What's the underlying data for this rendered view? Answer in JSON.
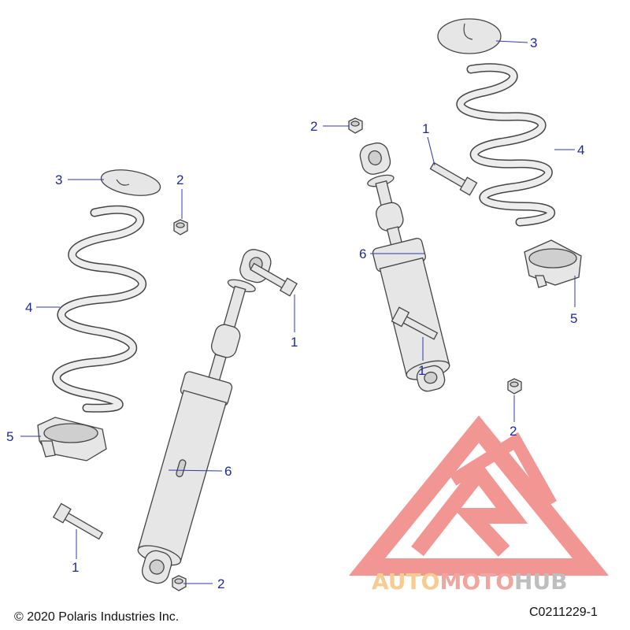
{
  "diagram": {
    "callouts": {
      "left_3": "3",
      "left_2_top": "2",
      "left_4": "4",
      "left_5": "5",
      "left_6": "6",
      "left_1_bottom": "1",
      "left_2_bottom": "2",
      "left_1_right": "1",
      "right_2_top": "2",
      "right_1_top": "1",
      "right_3": "3",
      "right_4": "4",
      "right_6": "6",
      "right_5": "5",
      "right_1_bottom": "1",
      "right_2_bottom": "2"
    },
    "copyright": "© 2020 Polaris Industries Inc.",
    "diagram_code": "C0211229-1"
  },
  "watermark": {
    "word_1": "AUTO",
    "word_2": "MOTO",
    "word_3": "HUB",
    "colors": {
      "logo": "#e8413c",
      "auto": "#f2a23a",
      "moto": "#e85a4f",
      "hub": "#8a8a8a"
    }
  },
  "colors": {
    "callout": "#1f2a9a",
    "part_fill": "#e6e6e6",
    "outline": "#444444"
  }
}
